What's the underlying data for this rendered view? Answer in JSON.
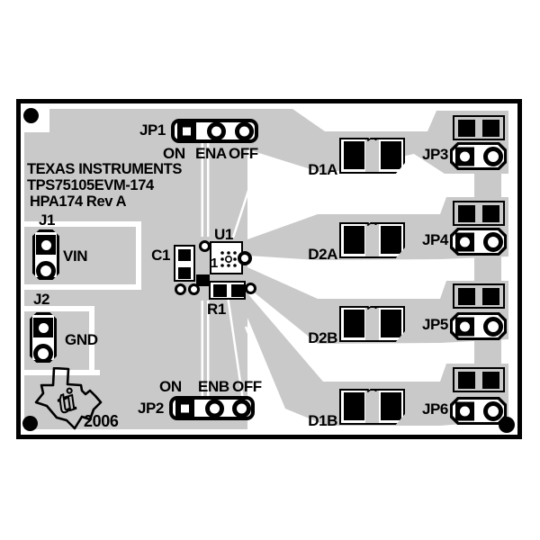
{
  "title_block": {
    "line1": "TEXAS INSTRUMENTS",
    "line2": "TPS75105EVM-174",
    "line3": "HPA174 Rev A"
  },
  "logo": {
    "name": "texas-instruments-state-logo",
    "glyph": "ti",
    "year": "2006"
  },
  "jp1": {
    "label": "JP1",
    "left": "ON",
    "mid": "ENA",
    "right": "OFF"
  },
  "jp2": {
    "label": "JP2",
    "left": "ON",
    "mid": "ENB",
    "right": "OFF"
  },
  "j1": {
    "label": "J1",
    "net": "VIN"
  },
  "j2": {
    "label": "J2",
    "net": "GND"
  },
  "u1": {
    "label": "U1",
    "pin1": "1"
  },
  "c1": {
    "label": "C1"
  },
  "r1": {
    "label": "R1"
  },
  "leds": [
    {
      "label": "D1A"
    },
    {
      "label": "D2A"
    },
    {
      "label": "D2B"
    },
    {
      "label": "D1B"
    }
  ],
  "jumpers": [
    {
      "label": "JP3"
    },
    {
      "label": "JP4"
    },
    {
      "label": "JP5"
    },
    {
      "label": "JP6"
    }
  ],
  "colors": {
    "board_gray": "#c9c9c9",
    "silkscreen": "#000000",
    "substrate_white": "#ffffff"
  }
}
